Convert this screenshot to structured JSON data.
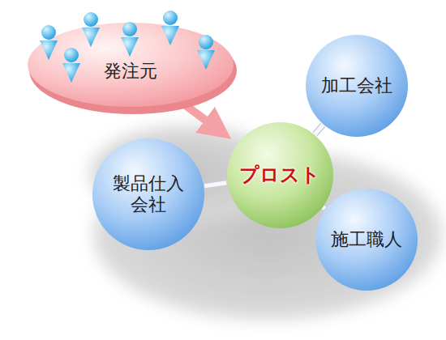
{
  "diagram": {
    "nodes": [
      {
        "text": [
          "発注元"
        ]
      },
      {
        "text": [
          "加工会社"
        ]
      },
      {
        "text": [
          "プロスト"
        ]
      },
      {
        "text": [
          "製品仕入 会社"
        ]
      },
      {
        "text": [
          "施工職人"
        ]
      }
    ],
    "edges": [
      {
        "from": 0,
        "to": 2,
        "arrow": "to"
      },
      {
        "from": 2,
        "to": 1,
        "arrow": "none"
      },
      {
        "from": 2,
        "to": 3,
        "arrow": "none"
      },
      {
        "from": 2,
        "to": 4,
        "arrow": "none"
      }
    ]
  }
}
